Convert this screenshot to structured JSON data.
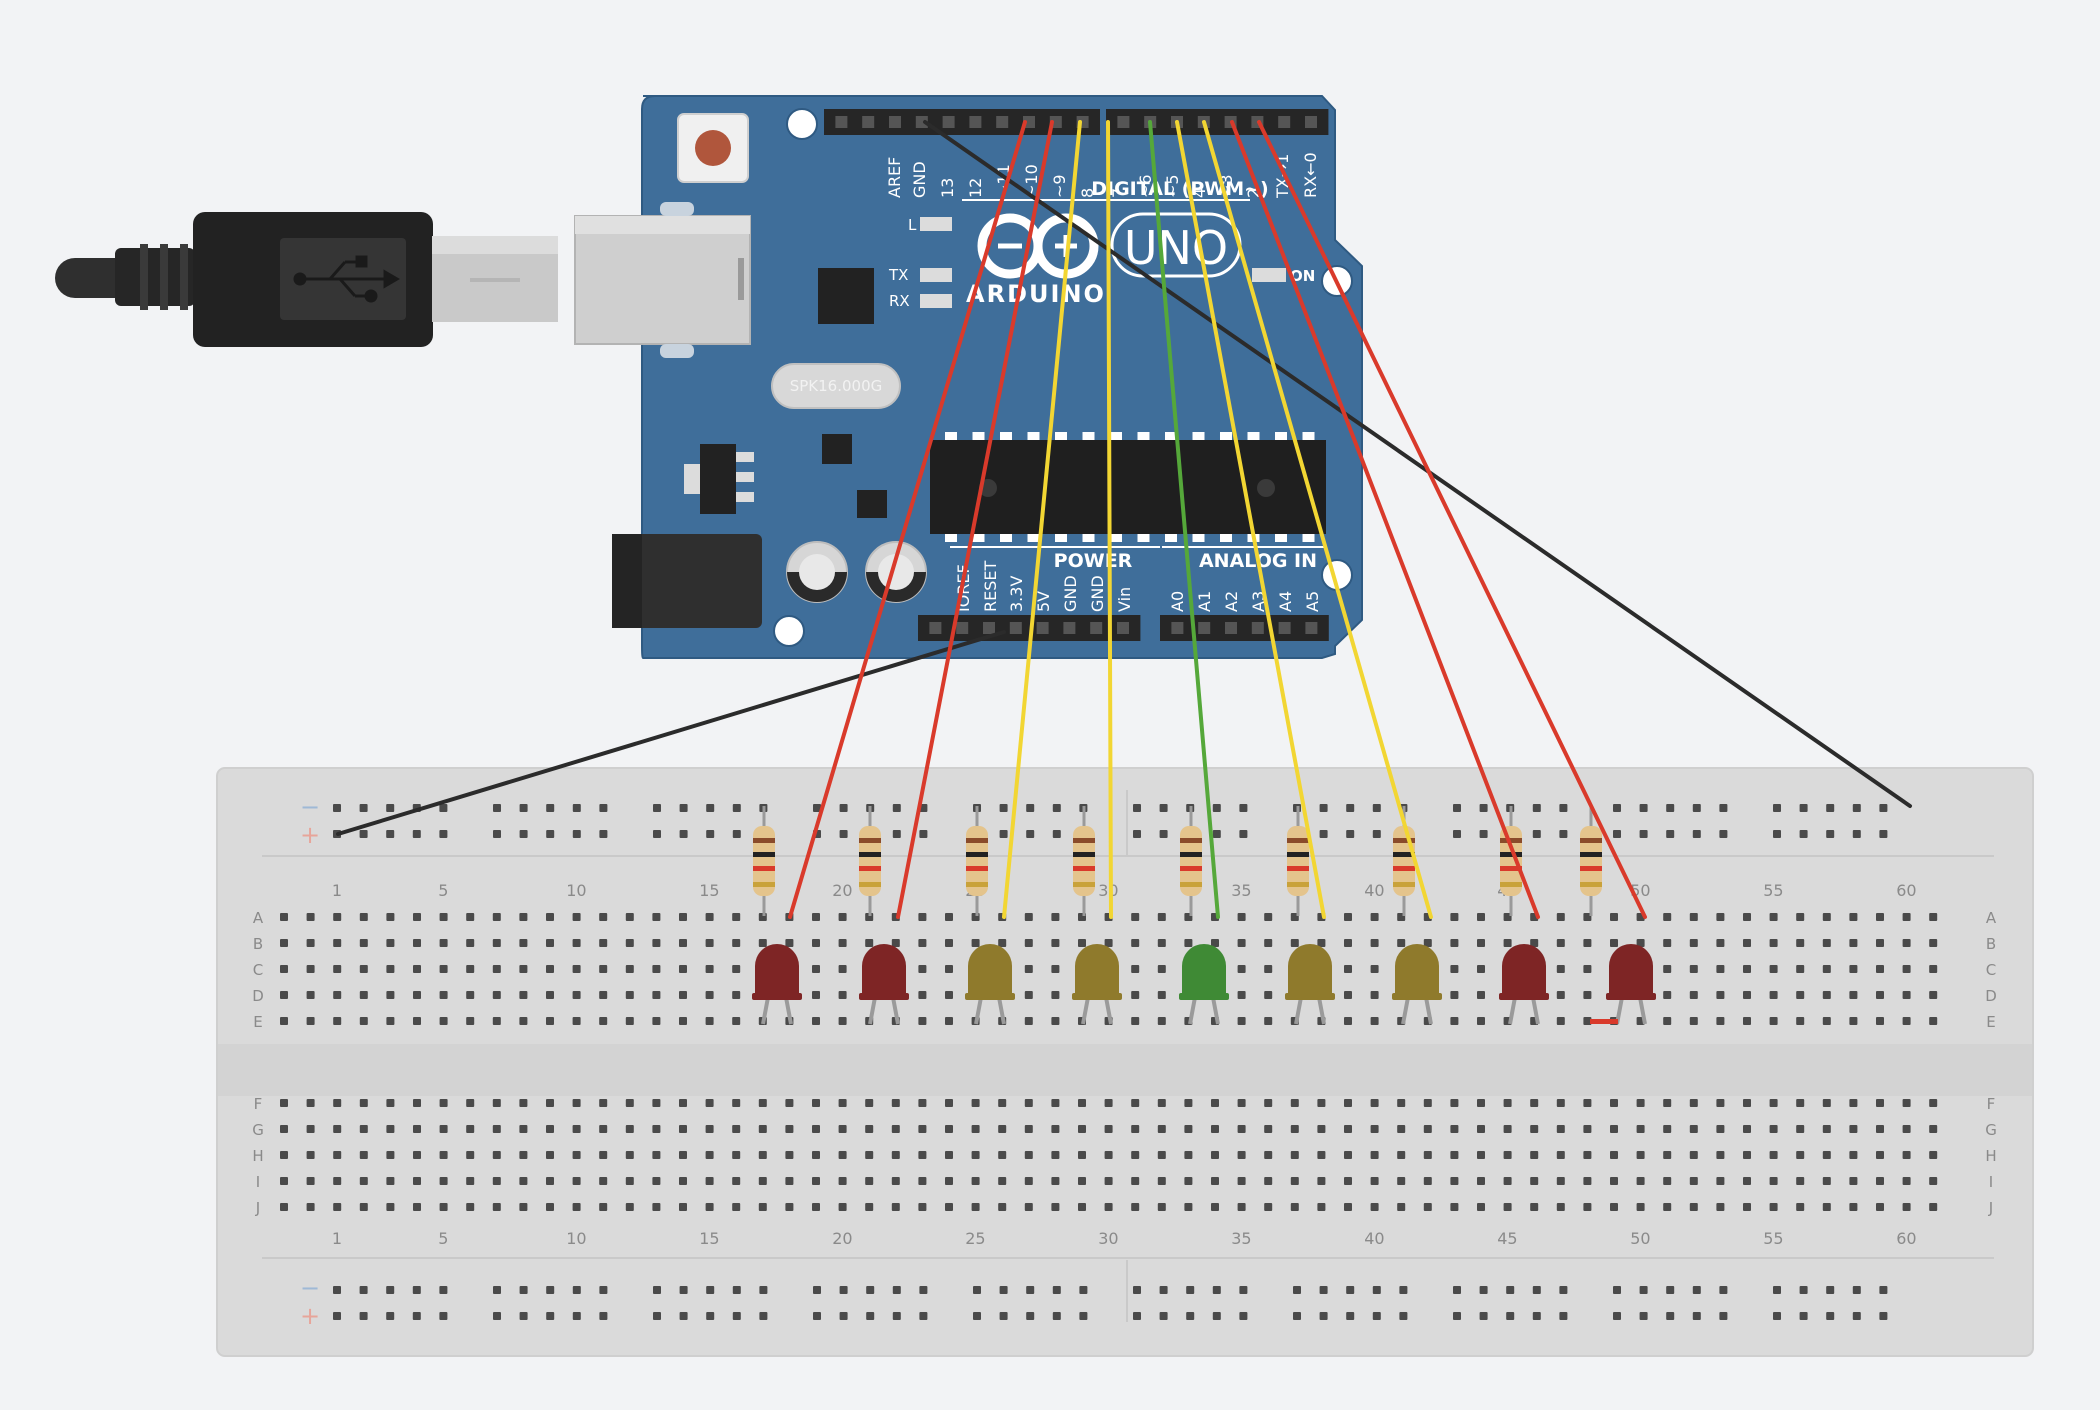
{
  "board": {
    "brand": "ARDUINO",
    "model": "UNO",
    "crystal": "SPK16.000G",
    "digital_header": "DIGITAL (PWM~)",
    "power_header": "POWER",
    "analog_header": "ANALOG IN",
    "on_label": "ON",
    "led_l": "L",
    "led_tx": "TX",
    "led_rx": "RX",
    "top_pins": [
      "AREF",
      "GND",
      "13",
      "12",
      "~11",
      "~10",
      "~9",
      "8",
      "7",
      "~6",
      "~5",
      "4",
      "~3",
      "2",
      "TX→1",
      "RX←0"
    ],
    "power_pins": [
      "IOREF",
      "RESET",
      "3.3V",
      "5V",
      "GND",
      "GND",
      "Vin"
    ],
    "analog_pins": [
      "A0",
      "A1",
      "A2",
      "A3",
      "A4",
      "A5"
    ]
  },
  "breadboard": {
    "row_letters_top": [
      "A",
      "B",
      "C",
      "D",
      "E"
    ],
    "row_letters_bottom": [
      "F",
      "G",
      "H",
      "I",
      "J"
    ],
    "column_numbers": [
      "1",
      "5",
      "10",
      "15",
      "20",
      "25",
      "30",
      "35",
      "40",
      "45",
      "50",
      "55",
      "60"
    ],
    "rail_minus": "−",
    "rail_plus": "+"
  },
  "circuit": {
    "led_colors": [
      "red",
      "red",
      "yellow",
      "yellow",
      "green",
      "yellow",
      "yellow",
      "red",
      "red"
    ],
    "colors": {
      "red_wire": "#d93a2b",
      "yellow_wire": "#f2d633",
      "green_wire": "#55a83a",
      "black_wire": "#2b2b2b",
      "led_red": "#7e2525",
      "led_yellow": "#8f7a2c",
      "led_green": "#3f8a35",
      "board_blue": "#3f6e9a"
    }
  }
}
